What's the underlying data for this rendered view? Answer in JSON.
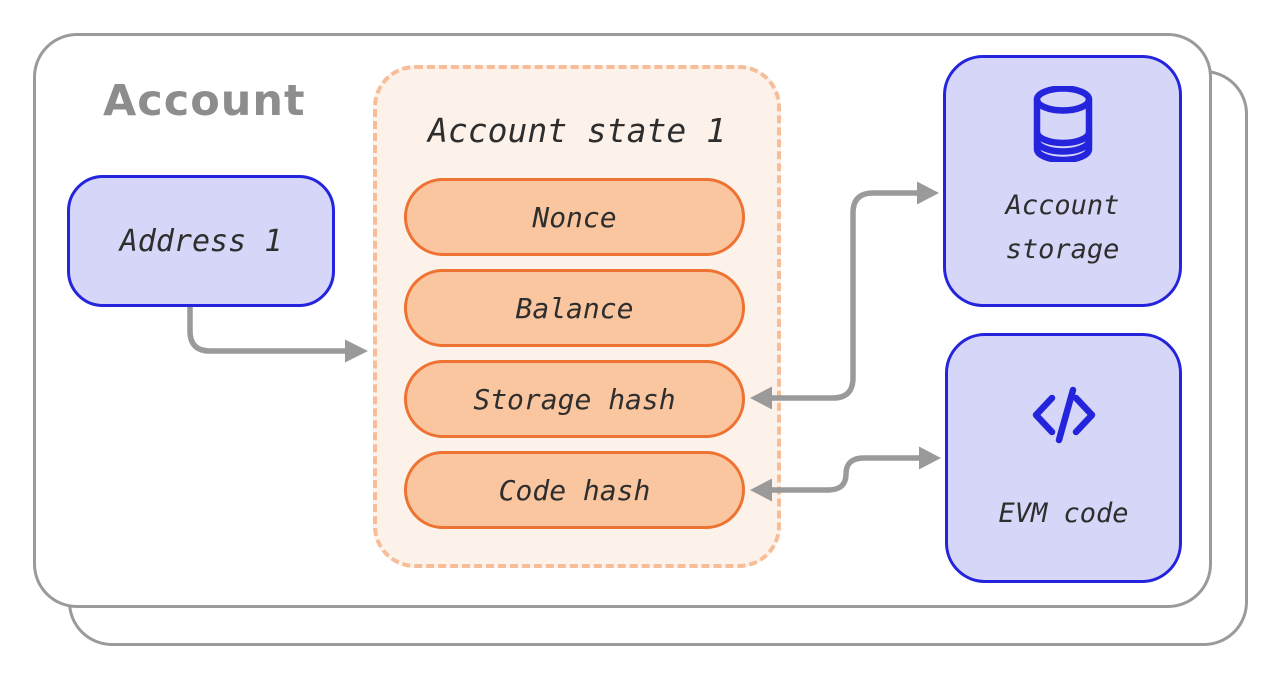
{
  "diagram": {
    "outer_label": "Account",
    "address": {
      "label": "Address 1"
    },
    "account_state": {
      "title": "Account state 1",
      "fields": [
        "Nonce",
        "Balance",
        "Storage hash",
        "Code hash"
      ]
    },
    "account_storage": {
      "icon": "database-icon",
      "lines": [
        "Account",
        "storage"
      ]
    },
    "evm_code": {
      "icon": "code-icon",
      "label": "EVM code"
    },
    "arrows": [
      {
        "name": "address-to-account-state",
        "direction": "right"
      },
      {
        "name": "storage-hash-to-account-storage",
        "direction": "both"
      },
      {
        "name": "code-hash-to-evm-code",
        "direction": "both"
      }
    ],
    "colors": {
      "card_border": "#9a9a9a",
      "outer_label_text": "#8d8d8d",
      "node_fill": "#d6d6f8",
      "node_border": "#2424dd",
      "state_fill": "#fdf2ea",
      "state_border": "#f7bd98",
      "pill_fill": "#f9c6a0",
      "pill_border": "#ee7231",
      "arrow": "#9a9a9a",
      "text": "#2e2e2e"
    }
  }
}
